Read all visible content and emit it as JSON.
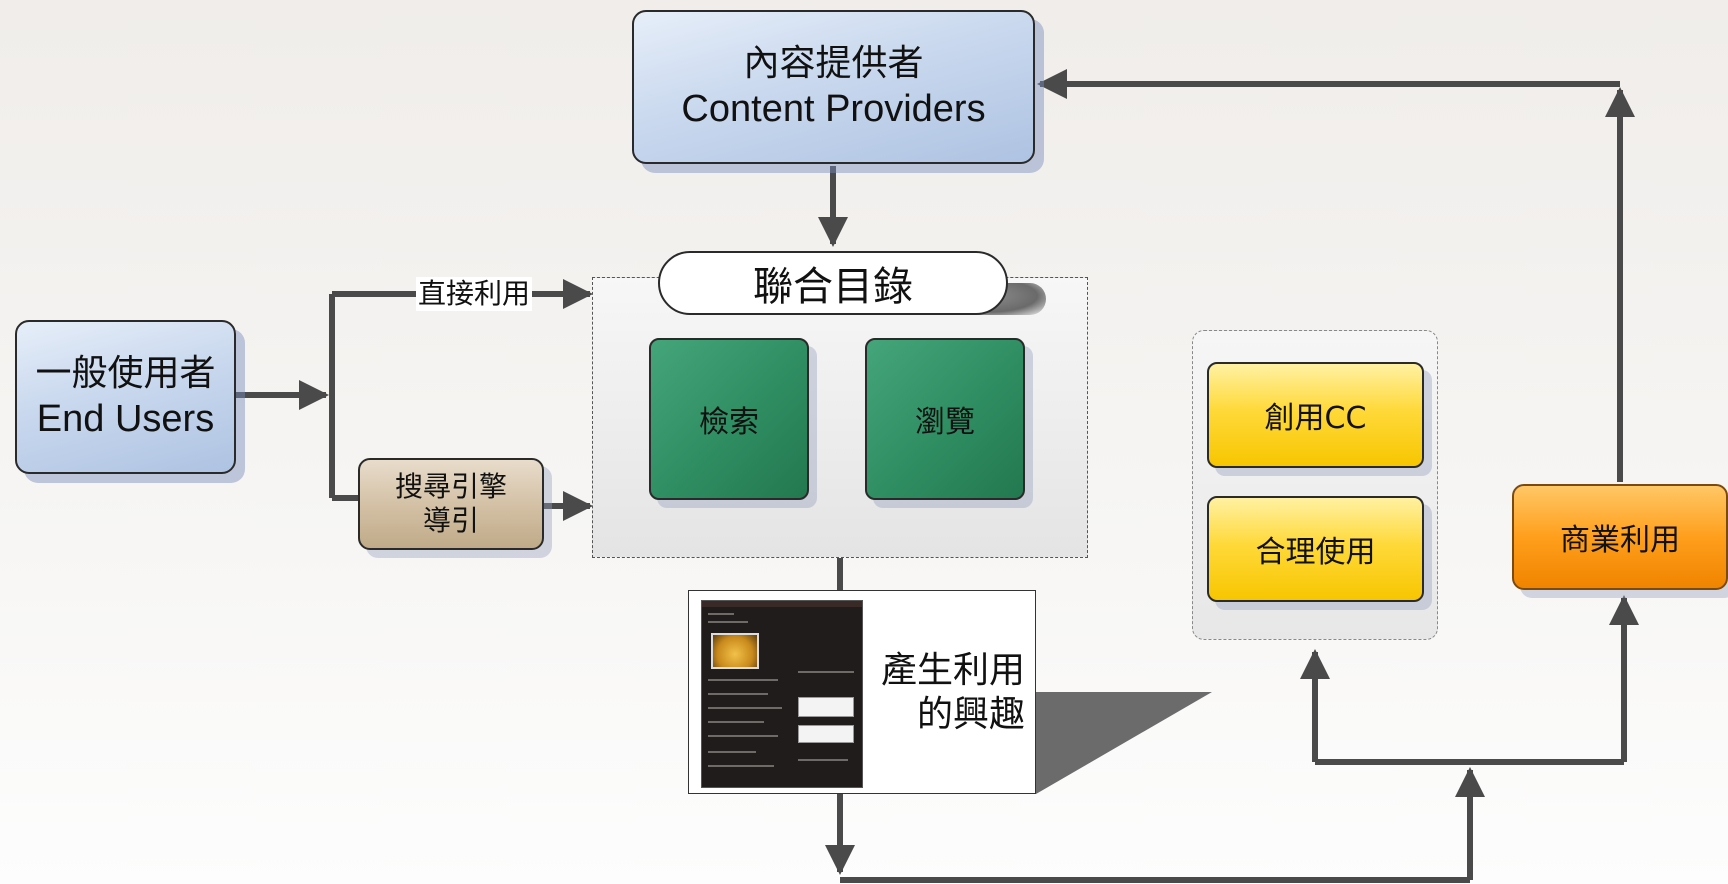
{
  "nodes": {
    "content_providers": {
      "label_cn": "內容提供者",
      "label_en": "Content Providers"
    },
    "end_users": {
      "label_cn": "一般使用者",
      "label_en": "End Users"
    },
    "search_engine": {
      "line1": "搜尋引擎",
      "line2": "導引"
    },
    "union_catalog": {
      "label": "聯合目錄"
    },
    "search": {
      "label": "檢索"
    },
    "browse": {
      "label": "瀏覽"
    },
    "creative_commons": {
      "label": "創用CC"
    },
    "fair_use": {
      "label": "合理使用"
    },
    "commercial_use": {
      "label": "商業利用"
    },
    "interest": {
      "line1": "產生利用",
      "line2": "的興趣"
    }
  },
  "edges": {
    "direct_use_label": "直接利用"
  },
  "colors": {
    "arrow": "#4a4a4a",
    "blue_node": "#bcd0ea",
    "green_node": "#2f8d62",
    "yellow_node": "#ffd93a",
    "orange_node": "#ff9f1c",
    "tan_node": "#d2bfa3"
  }
}
